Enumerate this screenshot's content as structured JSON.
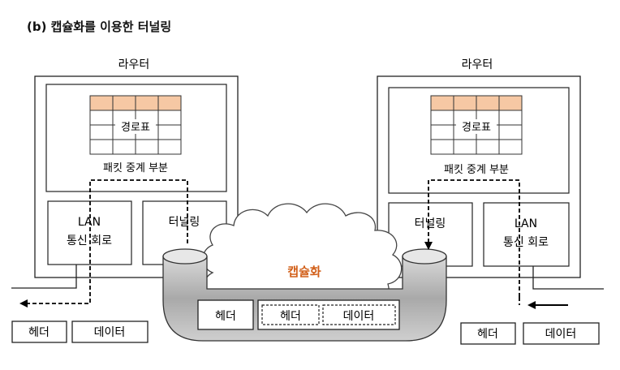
{
  "title": "(b) 캡슐화를 이용한 터널링",
  "routers": [
    {
      "label": "라우터",
      "table_label": "경로표",
      "relay_label": "패킷 중계 부분",
      "lan_label_line1": "LAN",
      "lan_label_line2": "통신 회로",
      "tunnel_label": "터널링"
    },
    {
      "label": "라우터",
      "table_label": "경로표",
      "relay_label": "패킷 중계 부분",
      "lan_label_line1": "LAN",
      "lan_label_line2": "통신 회로",
      "tunnel_label": "터널링"
    }
  ],
  "cloud_label": "캡슐화",
  "tunnel_packet": {
    "outer_header": "헤더",
    "inner_header": "헤더",
    "inner_data": "데이터"
  },
  "left_packet": {
    "header": "헤더",
    "data": "데이터"
  },
  "right_packet": {
    "header": "헤더",
    "data": "데이터"
  },
  "colors": {
    "table_header": "#f6c8a4",
    "cloud_text": "#d2601a",
    "pipe": "#bdbdbd"
  }
}
